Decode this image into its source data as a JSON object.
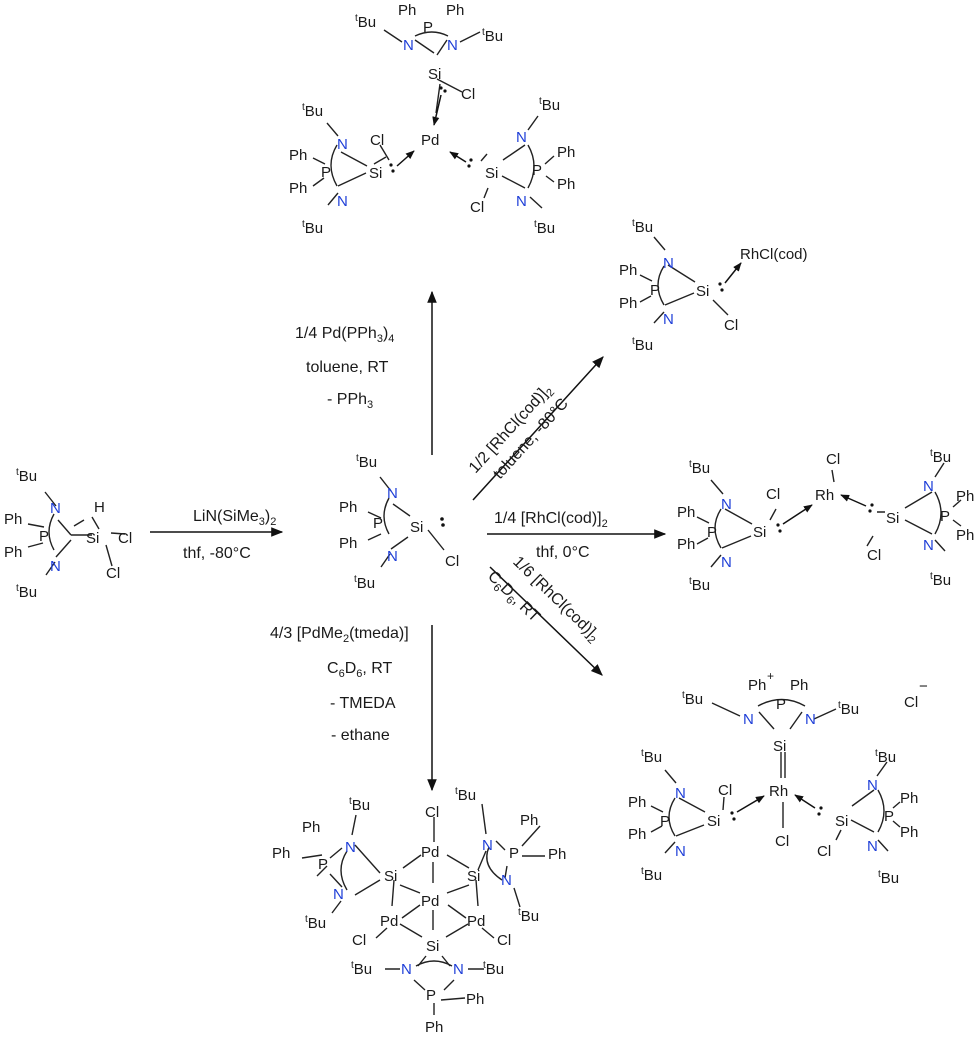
{
  "atoms": {
    "tBu": "tBu",
    "t": "t",
    "Bu": "Bu",
    "Ph": "Ph",
    "N": "N",
    "P": "P",
    "Si": "Si",
    "Cl": "Cl",
    "H": "H",
    "Pd": "Pd",
    "Rh": "Rh",
    "plus": "+",
    "minus": "−",
    "anion": "Cl"
  },
  "products": {
    "rh_cod_complex": "RhCl(cod)"
  },
  "conditions": {
    "lin": {
      "a": "LiN(SiMe",
      "b": "3",
      "c": ")",
      "d": "2",
      "line2": "thf, -80°C"
    },
    "pd_top": {
      "a": "1/4 Pd(PPh",
      "b": "3",
      "c": ")",
      "d": "4",
      "line2": "toluene, RT",
      "line3a": "- PPh",
      "line3b": "3"
    },
    "pd_bottom": {
      "a": "4/3 [PdMe",
      "b": "2",
      "c": "(tmeda)]",
      "l2a": "C",
      "l2b": "6",
      "l2c": "D",
      "l2d": "6",
      "l2e": ", RT",
      "line3": "- TMEDA",
      "line4": "- ethane"
    },
    "rh_half": {
      "a": "1/2 [RhCl(cod)]",
      "b": "2",
      "line2": "toluene, -80°C"
    },
    "rh_quarter": {
      "a": "1/4 [RhCl(cod)]",
      "b": "2",
      "line2": "thf, 0°C"
    },
    "rh_sixth": {
      "a": "1/6 [RhCl(cod)]",
      "b": "2",
      "l2a": "C",
      "l2b": "6",
      "l2c": "D",
      "l2d": "6",
      "l2e": ", RT"
    }
  }
}
